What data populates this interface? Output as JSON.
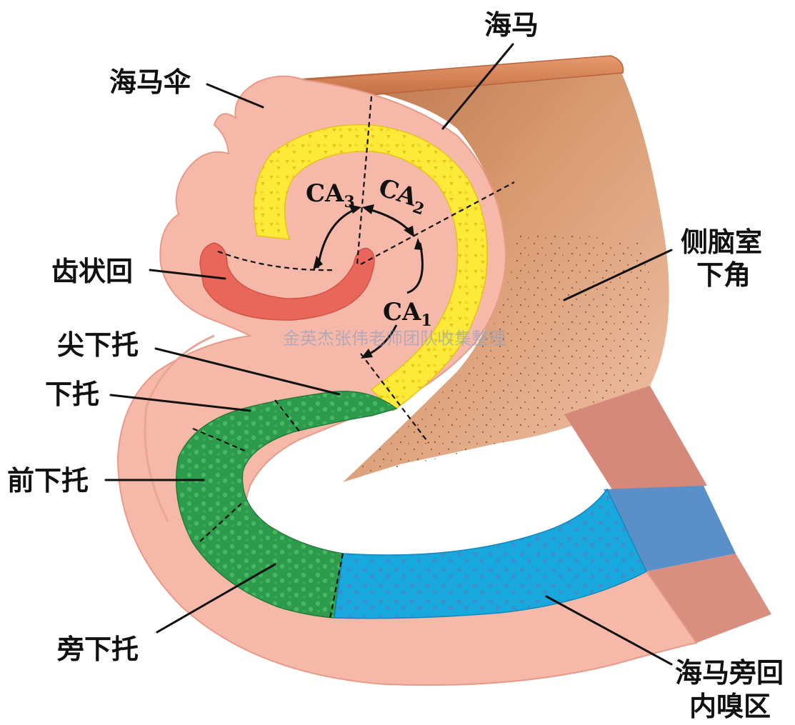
{
  "labels": {
    "fimbria": "海马伞",
    "hippocampus": "海马",
    "dentate_gyrus": "齿状回",
    "lateral_ventricle_line1": "侧脑室",
    "lateral_ventricle_line2": "下角",
    "prosubiculum": "尖下托",
    "subiculum": "下托",
    "presubiculum": "前下托",
    "parasubiculum": "旁下托",
    "entorhinal_line1": "海马旁回",
    "entorhinal_line2": "内嗅区"
  },
  "ca_fields": {
    "ca3": {
      "base": "CA",
      "sub": "3"
    },
    "ca2": {
      "base": "CA",
      "sub": "2"
    },
    "ca1": {
      "base": "CA",
      "sub": "1"
    }
  },
  "watermark": "金英杰张伟老师团队收集整理",
  "colors": {
    "tissue_pink": "#f6b8a8",
    "tissue_edge": "#e89a88",
    "ventricle_brown": "#c98a5e",
    "ca_yellow": "#fde93a",
    "dentate_red": "#e8675a",
    "subiculum_green": "#2e9a4c",
    "entorhinal_blue": "#17a8de",
    "band_blue": "#5b8fc7",
    "band_red": "#d98f80"
  }
}
